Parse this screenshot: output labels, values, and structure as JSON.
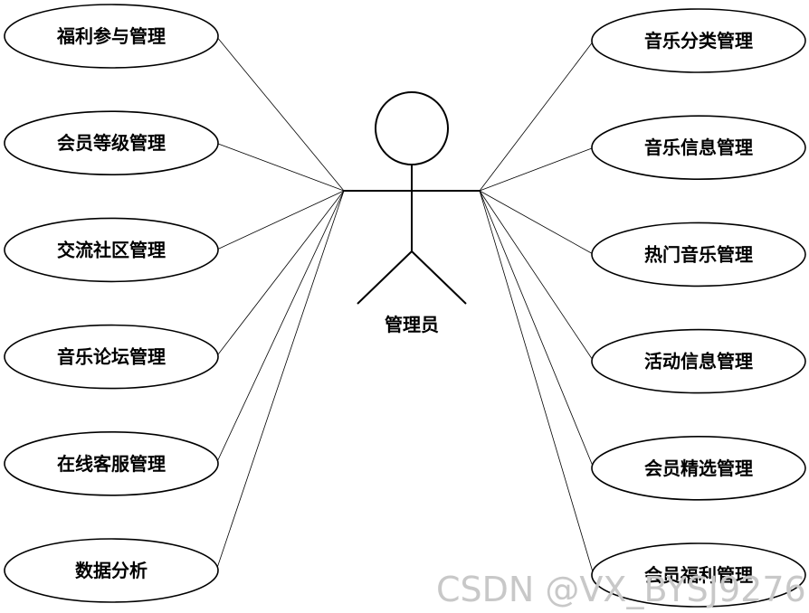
{
  "actor": {
    "name": "管理员"
  },
  "left_use_cases": [
    {
      "label": "福利参与管理"
    },
    {
      "label": "会员等级管理"
    },
    {
      "label": "交流社区管理"
    },
    {
      "label": "音乐论坛管理"
    },
    {
      "label": "在线客服管理"
    },
    {
      "label": "数据分析"
    }
  ],
  "right_use_cases": [
    {
      "label": "音乐分类管理"
    },
    {
      "label": "音乐信息管理"
    },
    {
      "label": "热门音乐管理"
    },
    {
      "label": "活动信息管理"
    },
    {
      "label": "会员精选管理"
    },
    {
      "label": "会员福利管理"
    }
  ],
  "watermark": "CSDN @VX_BYSJ9276"
}
